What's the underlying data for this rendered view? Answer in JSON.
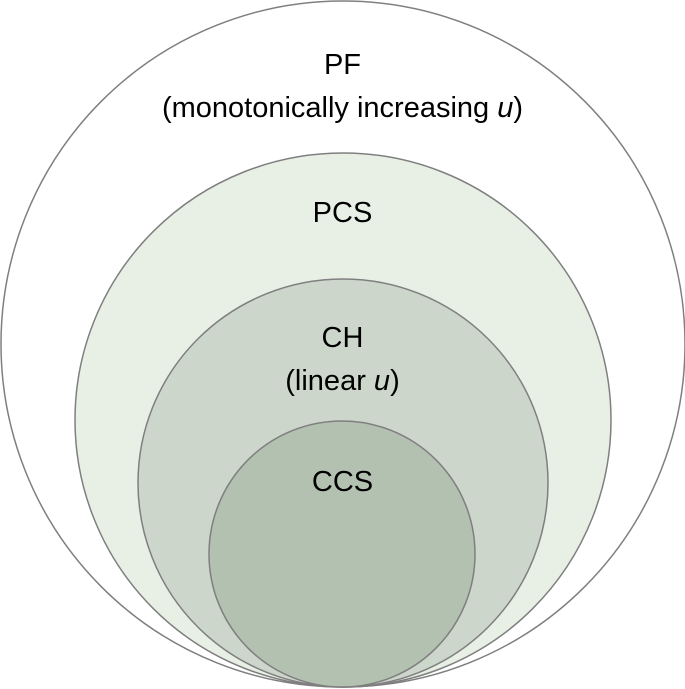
{
  "diagram": {
    "colors": {
      "stroke": "#7f7f7f",
      "pf_fill": "#ffffff",
      "pcs_fill": "#e8f0e6",
      "ch_fill": "#cdd6cb",
      "ccs_fill": "#b3c1b1",
      "text": "#000000"
    },
    "sets": {
      "pf": {
        "name": "PF",
        "note_prefix": "(monotonically increasing ",
        "note_var": "u",
        "note_suffix": ")"
      },
      "pcs": {
        "name": "PCS"
      },
      "ch": {
        "name": "CH",
        "note_prefix": "(linear ",
        "note_var": "u",
        "note_suffix": ")"
      },
      "ccs": {
        "name": "CCS"
      }
    }
  }
}
